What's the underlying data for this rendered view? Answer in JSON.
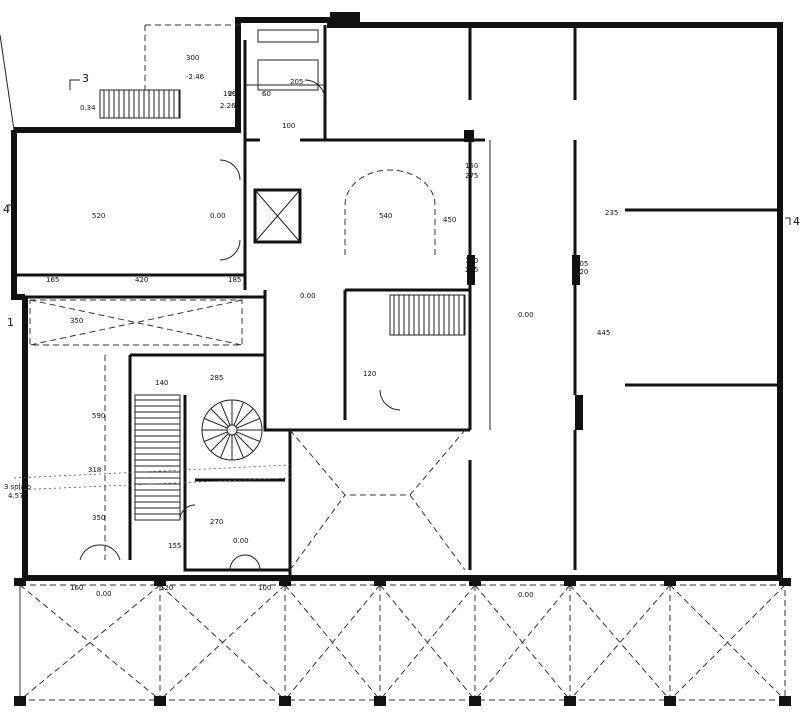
{
  "plan": {
    "section_marks": [
      "3",
      "4",
      "1",
      "4"
    ],
    "elevation_labels": [
      "0.00",
      "0.00",
      "0.00",
      "0.00",
      "0.00",
      "0.00",
      "-2.46",
      "0.34",
      "2.26",
      "3 solaio",
      "4.57"
    ],
    "dimensions": [
      "300",
      "290",
      "190",
      "205",
      "60",
      "100",
      "520",
      "165",
      "420",
      "185",
      "540",
      "450",
      "150",
      "275",
      "110",
      "105",
      "220",
      "275",
      "445",
      "235",
      "350",
      "140",
      "285",
      "590",
      "318",
      "350",
      "155",
      "270",
      "160",
      "120",
      "100",
      "120"
    ]
  }
}
